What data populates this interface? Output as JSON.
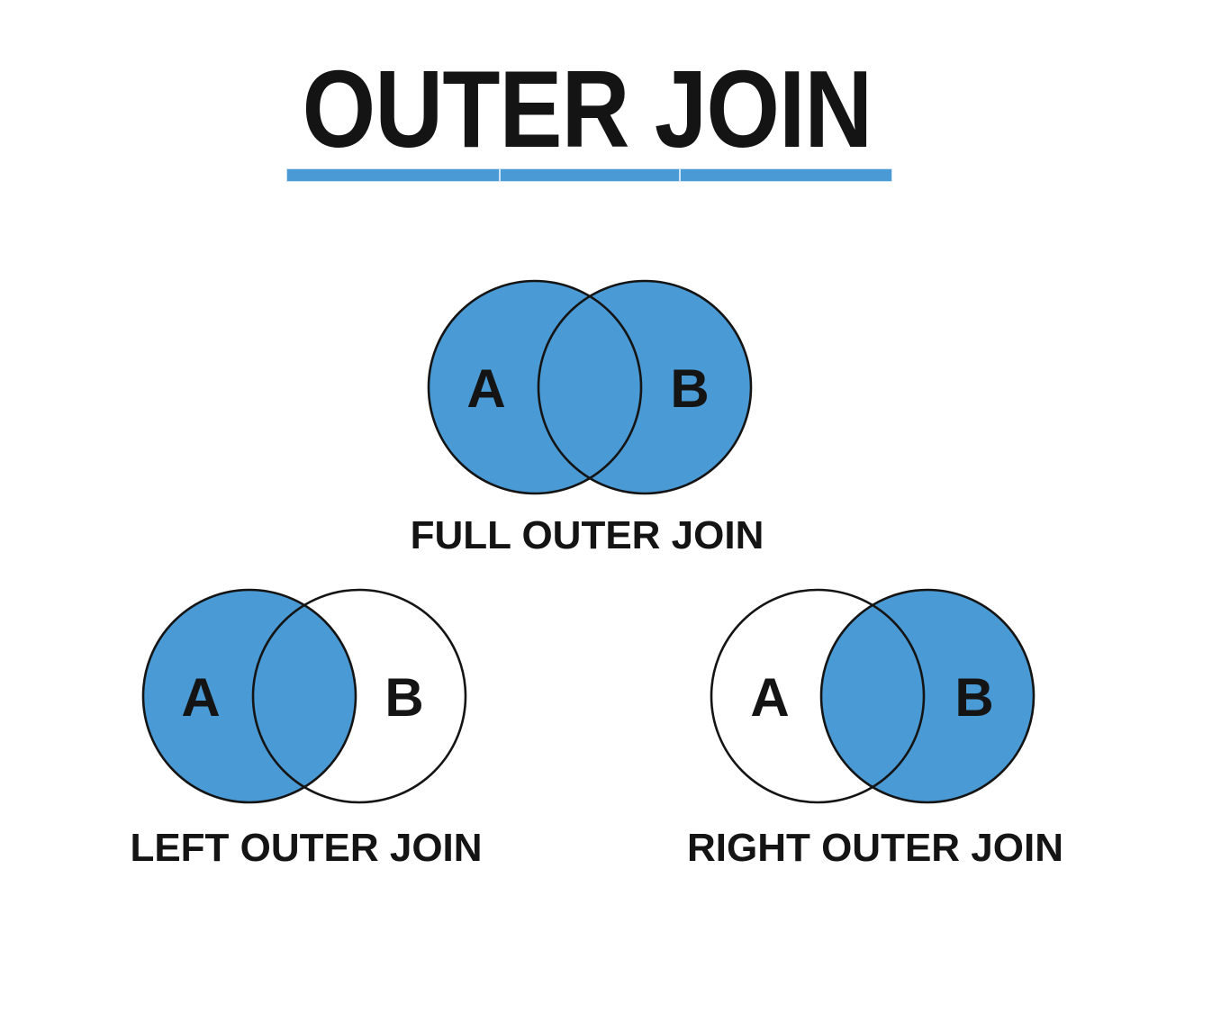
{
  "header": {
    "title": "OUTER JOIN",
    "underline_segment_count": 3
  },
  "colors": {
    "accent_blue": "#4a9bd5",
    "outline_black": "#141414",
    "text_black": "#141414",
    "divider_light": "#cfe4f3",
    "background": "#ffffff"
  },
  "diagrams": {
    "full_outer": {
      "set_a_label": "A",
      "set_b_label": "B",
      "caption": "FULL OUTER JOIN",
      "shaded_regions": "both-circles"
    },
    "left_outer": {
      "set_a_label": "A",
      "set_b_label": "B",
      "caption": "LEFT OUTER JOIN",
      "shaded_regions": "left-circle-including-intersection"
    },
    "right_outer": {
      "set_a_label": "A",
      "set_b_label": "B",
      "caption": "RIGHT OUTER JOIN",
      "shaded_regions": "right-circle-including-intersection"
    }
  }
}
